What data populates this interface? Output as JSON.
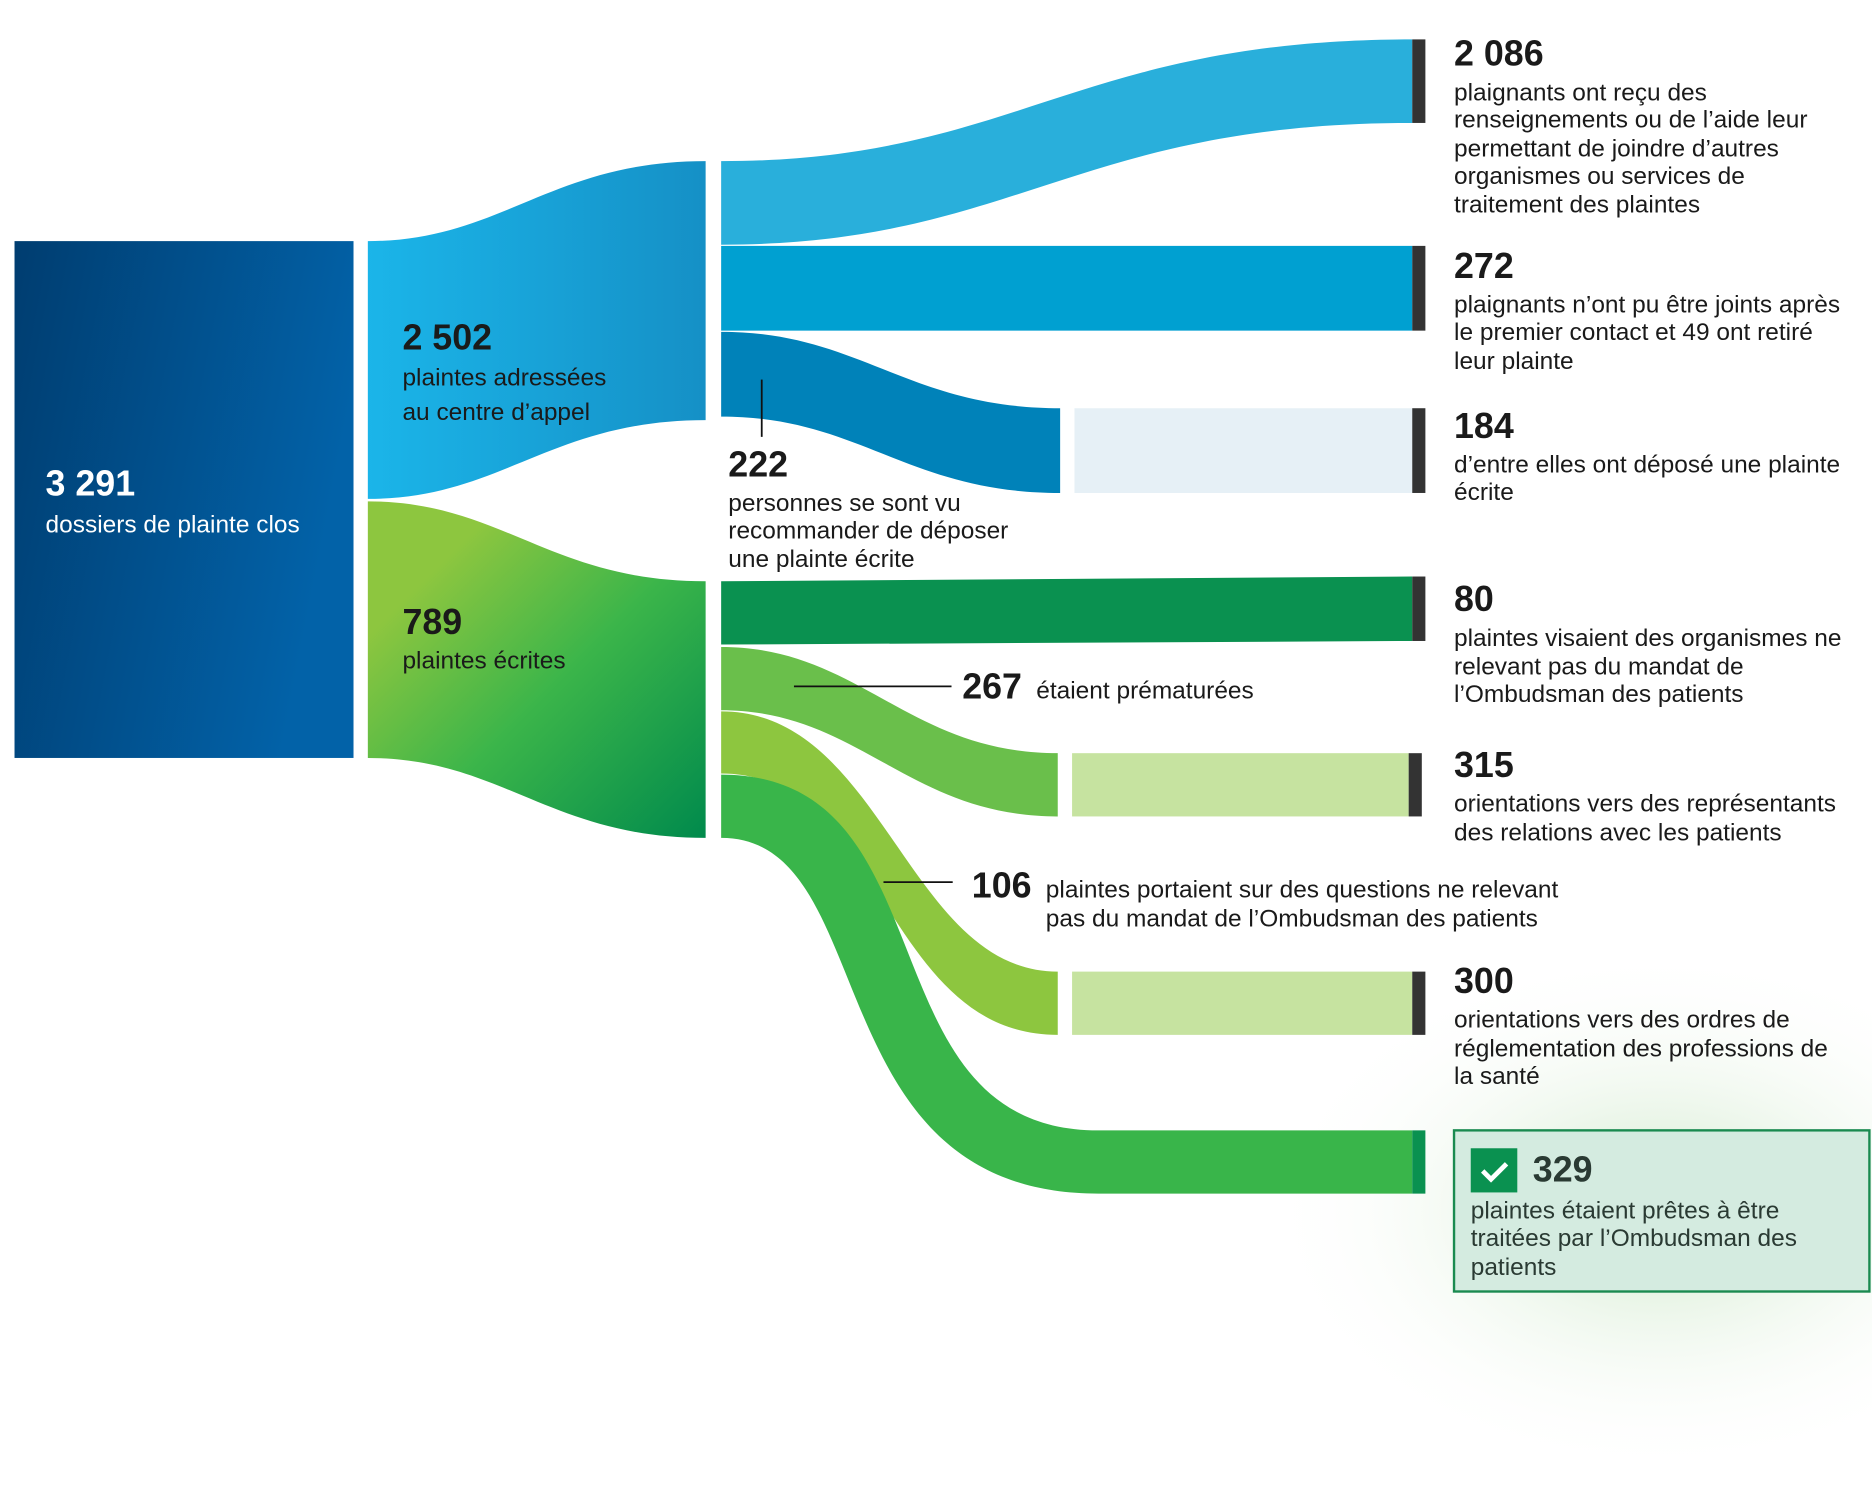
{
  "chart_data": {
    "type": "sankey",
    "title": "",
    "colors": {
      "total": "#02539a",
      "callcenter": "#1aa6dc",
      "written": "#5cbb46",
      "cap": "#333333",
      "highlight_box": "#d4ebe0",
      "highlight_border": "#1a8a50"
    },
    "nodes": [
      {
        "id": "total",
        "value": 3291,
        "number": "3 291",
        "lines": [
          "dossiers de plainte clos"
        ]
      },
      {
        "id": "callcenter",
        "value": 2502,
        "number": "2 502",
        "lines": [
          "plaintes adressées",
          "au centre d’appel"
        ]
      },
      {
        "id": "written",
        "value": 789,
        "number": "789",
        "lines": [
          "plaintes écrites"
        ]
      },
      {
        "id": "info",
        "value": 2086,
        "number": "2 086",
        "lines": [
          "plaignants ont reçu des",
          "renseignements ou de l’aide leur",
          "permettant de joindre d’autres",
          "organismes ou services de",
          "traitement des plaintes"
        ]
      },
      {
        "id": "unreached",
        "value": 272,
        "number": "272",
        "lines": [
          "plaignants n’ont pu être joints après",
          "le premier contact et 49 ont retiré",
          "leur plainte"
        ]
      },
      {
        "id": "recommended",
        "value": 222,
        "number": "222",
        "lines": [
          "personnes se sont vu",
          "recommander de déposer",
          "une plainte écrite"
        ]
      },
      {
        "id": "filed",
        "value": 184,
        "number": "184",
        "lines": [
          "d’entre elles ont déposé une plainte",
          "écrite"
        ]
      },
      {
        "id": "outside_org",
        "value": 80,
        "number": "80",
        "lines": [
          "plaintes visaient des organismes ne",
          "relevant pas du mandat de",
          "l’Ombudsman des patients"
        ]
      },
      {
        "id": "premature",
        "value": 267,
        "number": "267",
        "lines": [
          "étaient prématurées"
        ]
      },
      {
        "id": "rep",
        "value": 315,
        "number": "315",
        "lines": [
          "orientations vers des représentants",
          "des relations avec les patients"
        ]
      },
      {
        "id": "outside_q",
        "value": 106,
        "number": "106",
        "lines": [
          "plaintes portaient sur des questions ne relevant",
          "pas du mandat de l’Ombudsman des patients"
        ]
      },
      {
        "id": "orders",
        "value": 300,
        "number": "300",
        "lines": [
          "orientations vers des ordres de",
          "réglementation des professions de",
          "la santé"
        ]
      },
      {
        "id": "ready",
        "value": 329,
        "number": "329",
        "lines": [
          "plaintes étaient prêtes à être",
          "traitées par l’Ombudsman des",
          "patients"
        ]
      }
    ],
    "links": [
      {
        "source": "total",
        "target": "callcenter",
        "value": 2502
      },
      {
        "source": "total",
        "target": "written",
        "value": 789
      },
      {
        "source": "callcenter",
        "target": "info",
        "value": 2086
      },
      {
        "source": "callcenter",
        "target": "unreached",
        "value": 272
      },
      {
        "source": "callcenter",
        "target": "recommended",
        "value": 222
      },
      {
        "source": "recommended",
        "target": "filed",
        "value": 184
      },
      {
        "source": "written",
        "target": "outside_org",
        "value": 80
      },
      {
        "source": "written",
        "target": "premature",
        "value": 267
      },
      {
        "source": "premature",
        "target": "rep",
        "value": 315
      },
      {
        "source": "written",
        "target": "outside_q",
        "value": 106
      },
      {
        "source": "outside_q",
        "target": "orders",
        "value": 300
      },
      {
        "source": "written",
        "target": "ready",
        "value": 329
      }
    ]
  }
}
